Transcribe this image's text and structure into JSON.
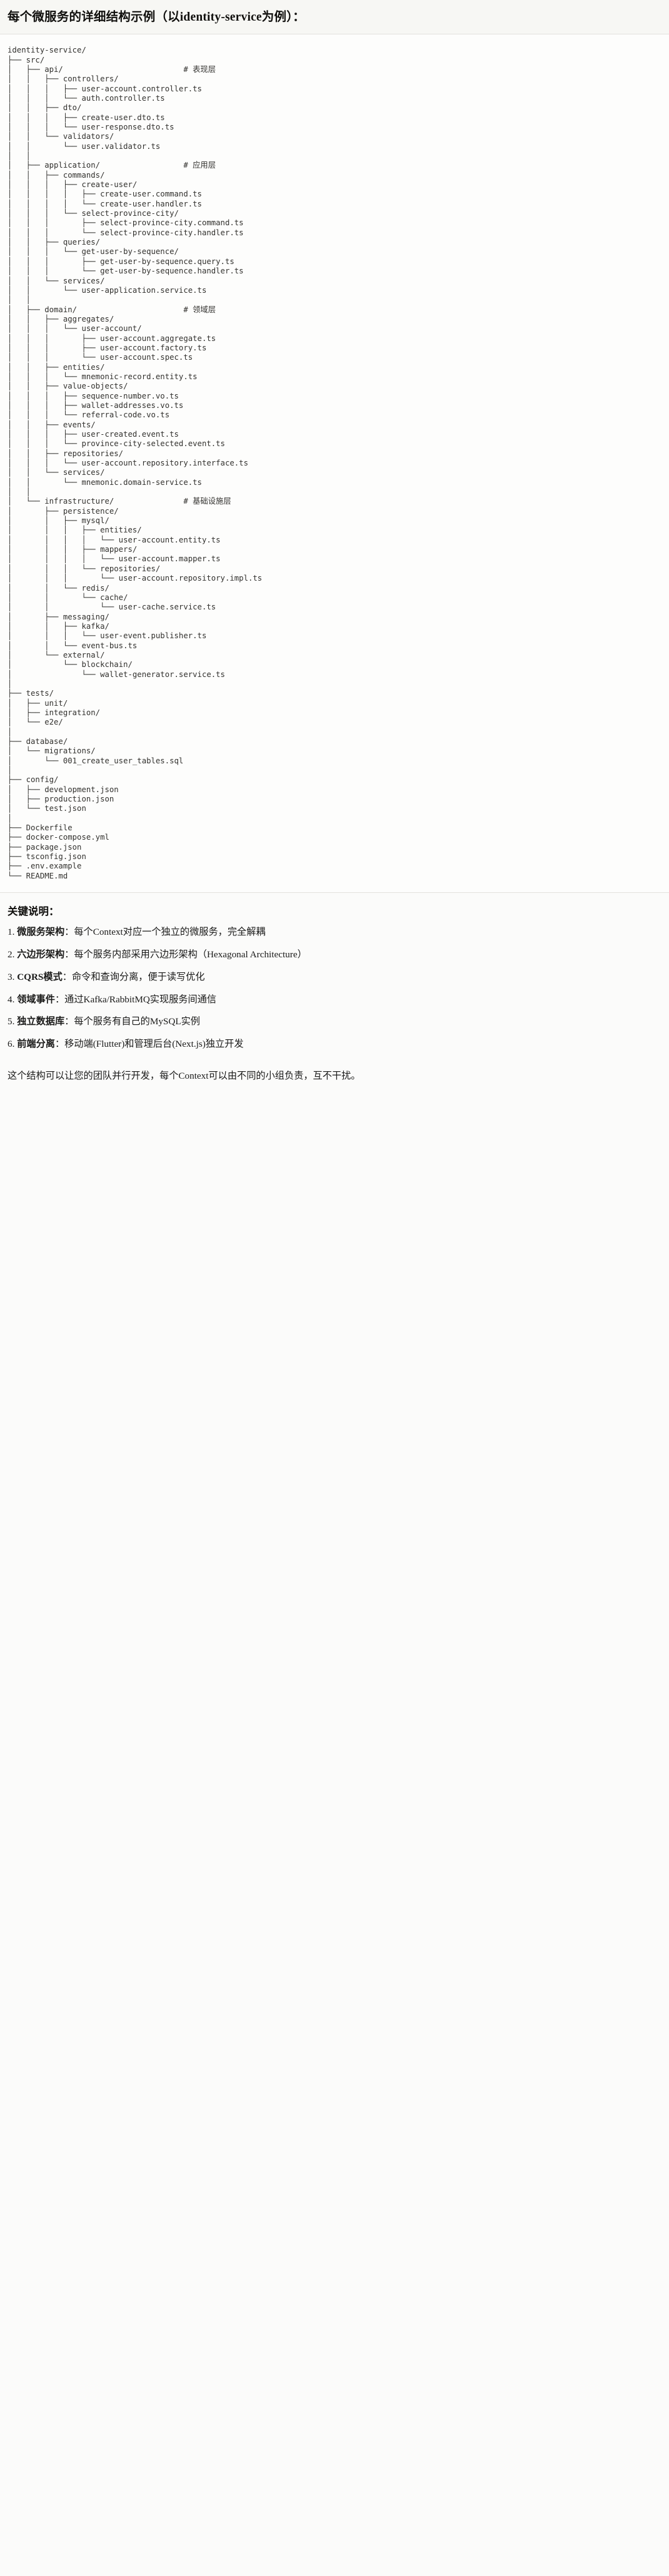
{
  "heading": "每个微服务的详细结构示例（以identity-service为例）：",
  "tree": {
    "root": "identity-service/",
    "lines": [
      "identity-service/",
      "├── src/",
      "│   ├── api/                          # 表现层",
      "│   │   ├── controllers/",
      "│   │   │   ├── user-account.controller.ts",
      "│   │   │   └── auth.controller.ts",
      "│   │   ├── dto/",
      "│   │   │   ├── create-user.dto.ts",
      "│   │   │   └── user-response.dto.ts",
      "│   │   └── validators/",
      "│   │       └── user.validator.ts",
      "│   │",
      "│   ├── application/                  # 应用层",
      "│   │   ├── commands/",
      "│   │   │   ├── create-user/",
      "│   │   │   │   ├── create-user.command.ts",
      "│   │   │   │   └── create-user.handler.ts",
      "│   │   │   └── select-province-city/",
      "│   │   │       ├── select-province-city.command.ts",
      "│   │   │       └── select-province-city.handler.ts",
      "│   │   ├── queries/",
      "│   │   │   └── get-user-by-sequence/",
      "│   │   │       ├── get-user-by-sequence.query.ts",
      "│   │   │       └── get-user-by-sequence.handler.ts",
      "│   │   └── services/",
      "│   │       └── user-application.service.ts",
      "│   │",
      "│   ├── domain/                       # 领域层",
      "│   │   ├── aggregates/",
      "│   │   │   └── user-account/",
      "│   │   │       ├── user-account.aggregate.ts",
      "│   │   │       ├── user-account.factory.ts",
      "│   │   │       └── user-account.spec.ts",
      "│   │   ├── entities/",
      "│   │   │   └── mnemonic-record.entity.ts",
      "│   │   ├── value-objects/",
      "│   │   │   ├── sequence-number.vo.ts",
      "│   │   │   ├── wallet-addresses.vo.ts",
      "│   │   │   └── referral-code.vo.ts",
      "│   │   ├── events/",
      "│   │   │   ├── user-created.event.ts",
      "│   │   │   └── province-city-selected.event.ts",
      "│   │   ├── repositories/",
      "│   │   │   └── user-account.repository.interface.ts",
      "│   │   └── services/",
      "│   │       └── mnemonic.domain-service.ts",
      "│   │",
      "│   └── infrastructure/               # 基础设施层",
      "│       ├── persistence/",
      "│       │   ├── mysql/",
      "│       │   │   ├── entities/",
      "│       │   │   │   └── user-account.entity.ts",
      "│       │   │   ├── mappers/",
      "│       │   │   │   └── user-account.mapper.ts",
      "│       │   │   └── repositories/",
      "│       │   │       └── user-account.repository.impl.ts",
      "│       │   └── redis/",
      "│       │       └── cache/",
      "│       │           └── user-cache.service.ts",
      "│       ├── messaging/",
      "│       │   ├── kafka/",
      "│       │   │   └── user-event.publisher.ts",
      "│       │   └── event-bus.ts",
      "│       └── external/",
      "│           └── blockchain/",
      "│               └── wallet-generator.service.ts",
      "│",
      "├── tests/",
      "│   ├── unit/",
      "│   ├── integration/",
      "│   └── e2e/",
      "│",
      "├── database/",
      "│   └── migrations/",
      "│       └── 001_create_user_tables.sql",
      "│",
      "├── config/",
      "│   ├── development.json",
      "│   ├── production.json",
      "│   └── test.json",
      "│",
      "├── Dockerfile",
      "├── docker-compose.yml",
      "├── package.json",
      "├── tsconfig.json",
      "├── .env.example",
      "└── README.md"
    ],
    "layer_comments": [
      "# 表现层",
      "# 应用层",
      "# 领域层",
      "# 基础设施层"
    ]
  },
  "notes": {
    "title": "关键说明：",
    "items": [
      {
        "term": "微服务架构",
        "text": "：每个Context对应一个独立的微服务，完全解耦"
      },
      {
        "term": "六边形架构",
        "text": "：每个服务内部采用六边形架构（Hexagonal Architecture）"
      },
      {
        "term": "CQRS模式",
        "text": "：命令和查询分离，便于读写优化"
      },
      {
        "term": "领域事件",
        "text": "：通过Kafka/RabbitMQ实现服务间通信"
      },
      {
        "term": "独立数据库",
        "text": "：每个服务有自己的MySQL实例"
      },
      {
        "term": "前端分离",
        "text": "：移动端(Flutter)和管理后台(Next.js)独立开发"
      }
    ],
    "closing": "这个结构可以让您的团队并行开发，每个Context可以由不同的小组负责，互不干扰。"
  },
  "colors": {
    "page_bg": "#fbfbfa",
    "heading_bg": "#f7f7f4",
    "code_bg": "#fdfdfc",
    "rule": "#e3e2dd",
    "text": "#1a1a19",
    "code_text": "#32312e"
  }
}
